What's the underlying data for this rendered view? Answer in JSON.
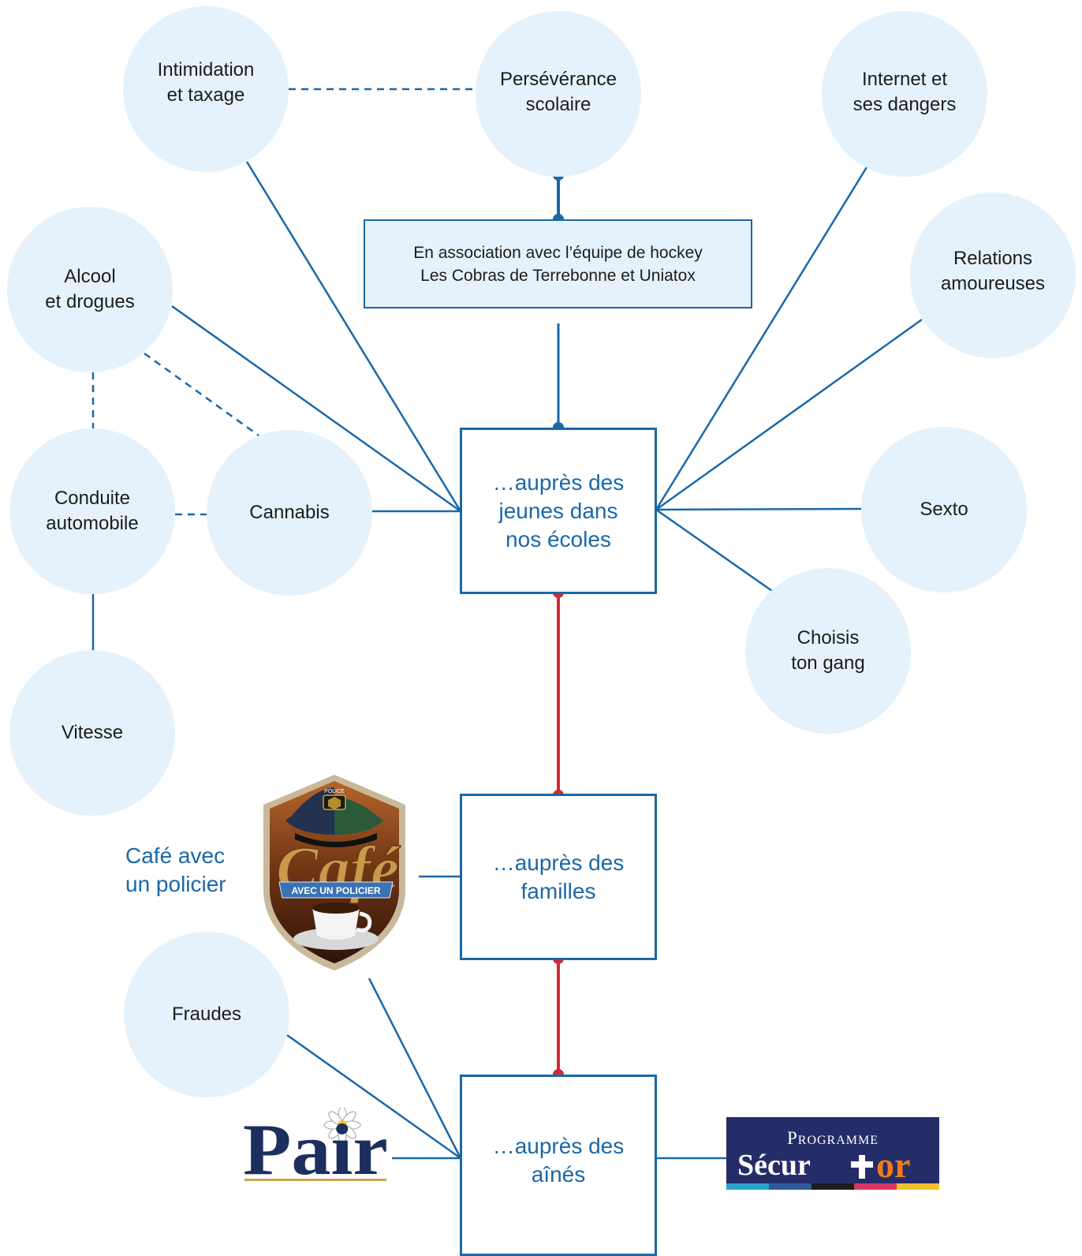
{
  "colors": {
    "accent": "#1a68a8",
    "link_red": "#d12a33",
    "bubble": "#e6f2fb"
  },
  "topics": {
    "intimidation": "Intimidation\net taxage",
    "perseverance": "Persévérance\nscolaire",
    "internet": "Internet et\nses dangers",
    "alcool": "Alcool\net drogues",
    "relations": "Relations\namoureuses",
    "conduite": "Conduite\nautomobile",
    "cannabis": "Cannabis",
    "sexto": "Sexto",
    "choisis": "Choisis\nton gang",
    "vitesse": "Vitesse",
    "fraudes": "Fraudes"
  },
  "association": "En association avec l’équipe de hockey\nLes Cobras de Terrebonne et Uniatox",
  "boxes": {
    "jeunes": "…auprès des\njeunes dans\nnos écoles",
    "familles": "…auprès des\nfamilles",
    "aines": "…auprès des\naînés"
  },
  "cafe": {
    "label": "Café avec\nun policier",
    "logo_word": "Café",
    "logo_banner": "AVEC UN POLICIER",
    "logo_badge": "POLICE"
  },
  "pair_logo": {
    "text": "Pair"
  },
  "securor_logo": {
    "line1": "Programme",
    "line2": "Sécur",
    "line3": "or"
  }
}
